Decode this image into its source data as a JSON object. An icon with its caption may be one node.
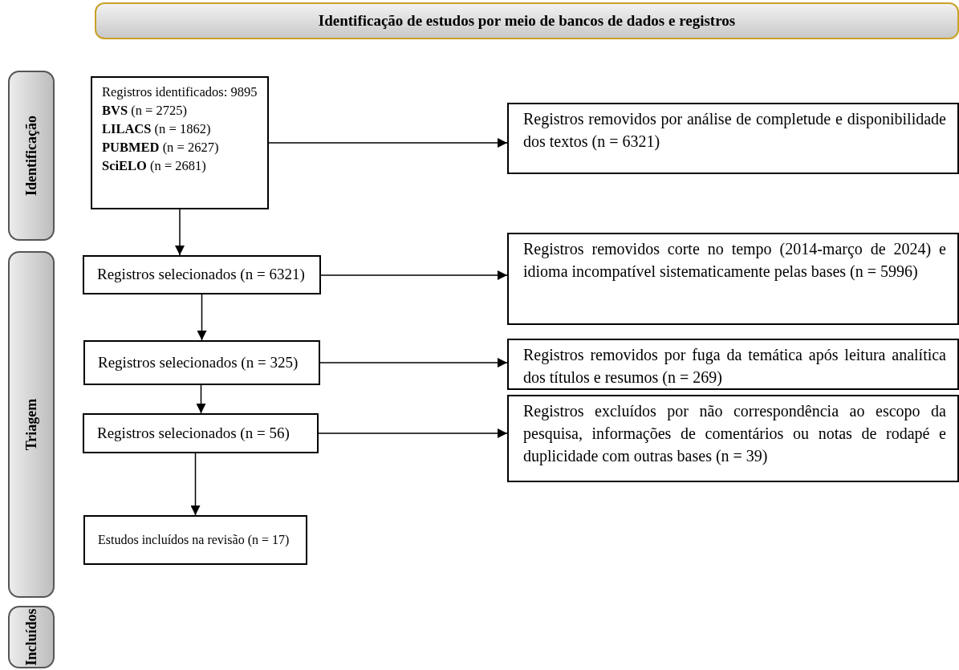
{
  "diagram": {
    "nodes": [
      {
        "text": [
          "Identificação de estudos por meio de bancos de dados e registros"
        ]
      },
      {
        "text": [
          "Identificação"
        ]
      },
      {
        "text": [
          "Triagem"
        ]
      },
      {
        "text": [
          "Incluídos"
        ]
      },
      {
        "text": [
          "Registros identificados: 9895",
          "**BVS** (n = 2725)",
          "**LILACS** (n = 1862)",
          "**PUBMED** (n = 2627)",
          "**SciELO** (n = 2681)"
        ]
      },
      {
        "text": [
          "Registros removidos por análise de completude e disponibilidade dos textos (n = 6321)"
        ]
      },
      {
        "text": [
          "Registros selecionados (n = 6321)"
        ]
      },
      {
        "text": [
          "Registros removidos corte no tempo (2014-março de 2024) e idioma incompatível sistematicamente pelas bases (n = 5996)"
        ]
      },
      {
        "text": [
          "Registros selecionados (n = 325)"
        ]
      },
      {
        "text": [
          "Registros removidos por fuga da temática após leitura analítica dos títulos e resumos (n = 269)"
        ]
      },
      {
        "text": [
          "Registros selecionados (n = 56)"
        ]
      },
      {
        "text": [
          "Registros excluídos por não correspondência ao escopo da pesquisa, informações de comentários ou notas de rodapé e duplicidade com outras bases (n = 39)"
        ]
      },
      {
        "text": [
          "Estudos incluídos na revisão (n = 17)"
        ]
      }
    ],
    "edges": [
      {
        "from": 4,
        "to": 5,
        "arrow": "to"
      },
      {
        "from": 4,
        "to": 6,
        "arrow": "to"
      },
      {
        "from": 6,
        "to": 7,
        "arrow": "to"
      },
      {
        "from": 6,
        "to": 8,
        "arrow": "to"
      },
      {
        "from": 8,
        "to": 9,
        "arrow": "to"
      },
      {
        "from": 8,
        "to": 10,
        "arrow": "to"
      },
      {
        "from": 10,
        "to": 11,
        "arrow": "to"
      },
      {
        "from": 10,
        "to": 12,
        "arrow": "to"
      }
    ]
  }
}
